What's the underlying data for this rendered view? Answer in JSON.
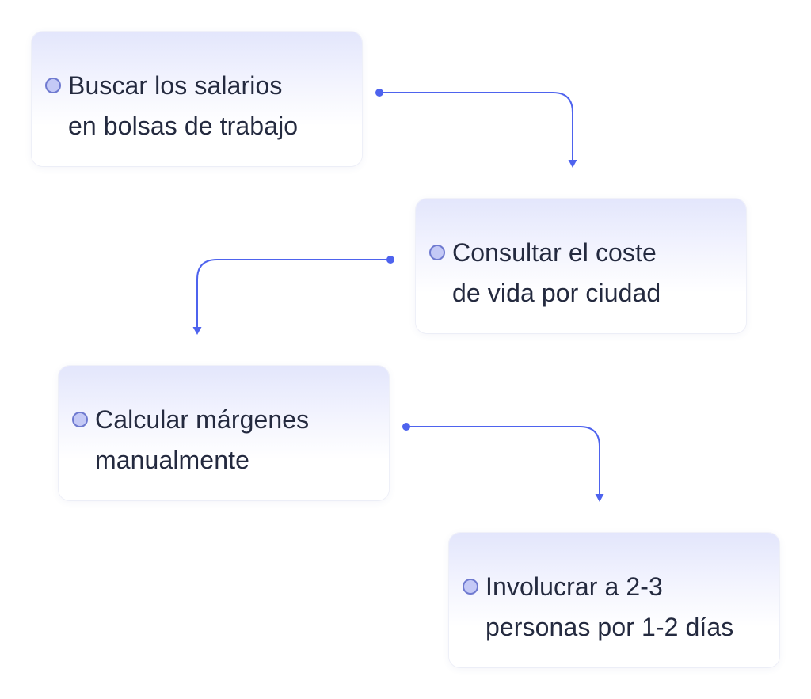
{
  "flow": {
    "steps": [
      {
        "label": "Buscar los salarios\nen bolsas de trabajo"
      },
      {
        "label": "Consultar el coste\nde vida por ciudad"
      },
      {
        "label": "Calcular márgenes\nmanualmente"
      },
      {
        "label": "Involucrar a 2-3\npersonas por 1-2 días"
      }
    ]
  },
  "colors": {
    "connector": "#4e63ee",
    "text": "#242a3f",
    "card_top": "#e3e6fc",
    "marker_fill": "#c4c9f6",
    "marker_border": "#6f7ad0"
  },
  "icons": {
    "step_marker": "circle-icon",
    "connector_end": "arrow-down-icon"
  }
}
